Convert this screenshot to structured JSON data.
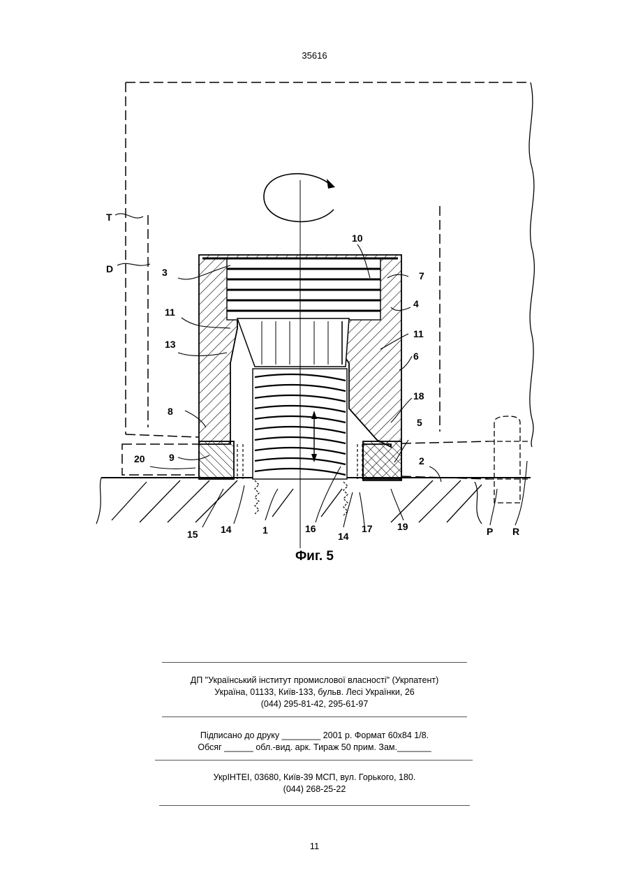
{
  "header": {
    "patent_number": "35616"
  },
  "figure": {
    "caption": "Фиг. 5",
    "labels": [
      "T",
      "D",
      "3",
      "10",
      "7",
      "4",
      "11",
      "11",
      "13",
      "6",
      "18",
      "8",
      "5",
      "9",
      "20",
      "2",
      "15",
      "14",
      "1",
      "16",
      "14",
      "17",
      "19",
      "P",
      "R"
    ]
  },
  "publisher": {
    "line1": "ДП \"Український інститут промислової власності\" (Укрпатент)",
    "line2": "Україна, 01133, Київ-133, бульв. Лесі Українки, 26",
    "line3": "(044) 295-81-42, 295-61-97"
  },
  "print": {
    "line1": "Підписано до друку ________ 2001 р.    Формат 60х84 1/8.",
    "line2": "Обсяг ______ обл.-вид. арк.   Тираж 50 прим.    Зам._______"
  },
  "printer": {
    "line1": "УкрІНТЕІ, 03680, Київ-39 МСП, вул. Горького, 180.",
    "line2": "(044) 268-25-22"
  },
  "footer": {
    "page_number": "11"
  }
}
